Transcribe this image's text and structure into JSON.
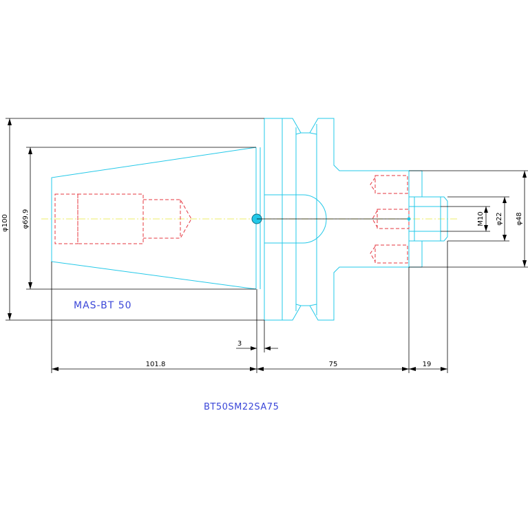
{
  "drawing": {
    "label": "MAS-BT 50",
    "part_number": "BT50SM22SA75",
    "colors": {
      "outline": "#22c8e8",
      "hidden": "#e4343e",
      "centerline": "#e8e83a",
      "text": "#3a46d8",
      "dims": "#000000"
    }
  },
  "dimensions": {
    "flange_diameter": "φ100",
    "taper_diameter": "φ69.9",
    "taper_length": "101.8",
    "gap": "3",
    "body_length": "75",
    "nose_length": "19",
    "thread": "M10",
    "bore_diameter": "φ22",
    "nose_diameter": "φ48"
  }
}
